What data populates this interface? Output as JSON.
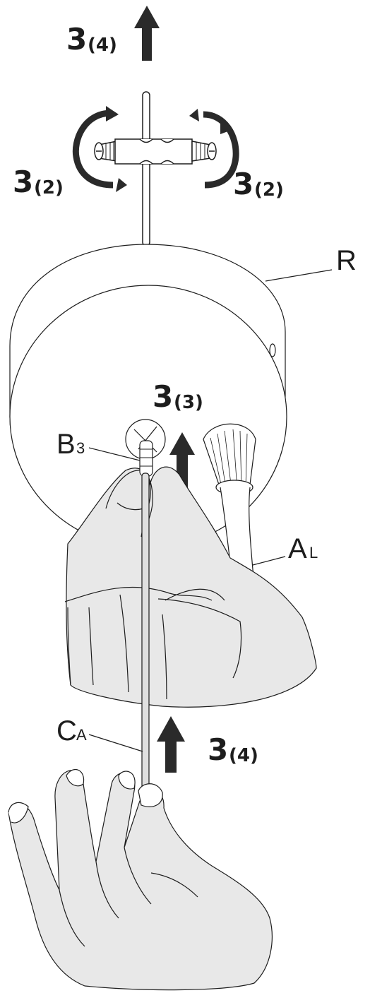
{
  "steps": {
    "top_pull": {
      "num": "3",
      "sub": "(4)"
    },
    "screw_left": {
      "num": "3",
      "sub": "(2)"
    },
    "screw_right": {
      "num": "3",
      "sub": "(2)"
    },
    "bulb_pull": {
      "num": "3",
      "sub": "(3)"
    },
    "cable_pull": {
      "num": "3",
      "sub": "(4)"
    }
  },
  "callouts": {
    "canopy": {
      "letter": "R",
      "sub": ""
    },
    "bulb_holder": {
      "letter": "B",
      "sub": "3"
    },
    "lamp_cable": {
      "letter": "A",
      "sub": "L"
    },
    "suspension_cable": {
      "letter": "C",
      "sub": "A"
    }
  },
  "colors": {
    "ink": "#1d1d1d",
    "hand_fill": "#e8e8e8",
    "arrow": "#2a2a2a"
  },
  "icons": [
    "rotate-ccw-icon",
    "rotate-cw-icon",
    "arrow-up-icon"
  ]
}
